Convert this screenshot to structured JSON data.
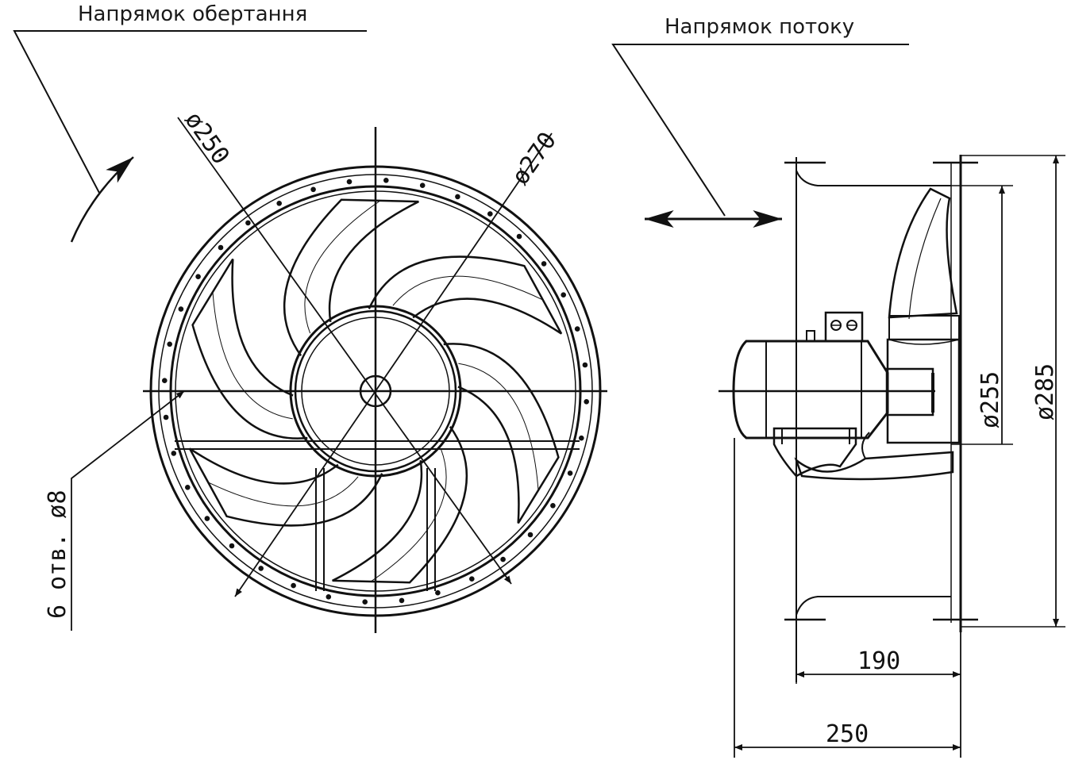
{
  "labels": {
    "rotation_direction": "Напрямок обертання",
    "flow_direction": "Напрямок потоку",
    "holes": "6 отв. ø8"
  },
  "dimensions": {
    "d250": "ø250",
    "d270": "ø270",
    "d255": "ø255",
    "d285": "ø285",
    "len190": "190",
    "len250": "250"
  },
  "colors": {
    "line": "#111111",
    "background": "#ffffff"
  }
}
